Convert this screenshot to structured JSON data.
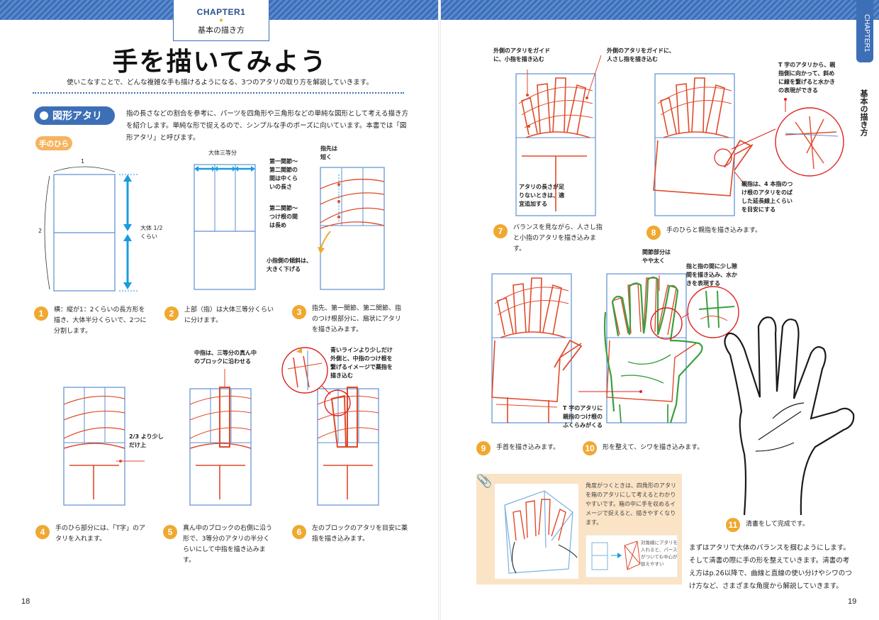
{
  "chapter": {
    "label": "CHAPTER1",
    "star": "★",
    "subtitle": "基本の描き方"
  },
  "title": "手を描いてみよう",
  "lead": "使いこなすことで、どんな複雑な手も描けるようになる、3つのアタリの取り方を解説していきます。",
  "section": {
    "label": "図形アタリ",
    "sublabel": "手のひら"
  },
  "intro": "指の長さなどの割合を参考に、パーツを四角形や三角形などの単純な図形として考える描き方を紹介します。単純な形で捉えるので、シンプルな手のポーズに向いています。本書では「図形アタリ」と呼びます。",
  "steps": [
    {
      "n": "1",
      "text": "横：縦が1：2くらいの長方形を描き、大体半分くらいで、2つに分割します。"
    },
    {
      "n": "2",
      "text": "上部（指）は大体三等分くらいに分けます。"
    },
    {
      "n": "3",
      "text": "指先、第一関節、第二関節、指のつけ根部分に、扇状にアタリを描き込みます。"
    },
    {
      "n": "4",
      "text": "手のひら部分には、「T字」のアタリを入れます。"
    },
    {
      "n": "5",
      "text": "真ん中のブロックの右側に沿う形で、3等分のアタリの半分くらいにして中指を描き込みます。"
    },
    {
      "n": "6",
      "text": "左のブロックのアタリを目安に薬指を描き込みます。"
    },
    {
      "n": "7",
      "text": "バランスを見ながら、人さし指と小指のアタリを描き込みます。"
    },
    {
      "n": "8",
      "text": "手のひらと親指を描き込みます。"
    },
    {
      "n": "9",
      "text": "手首を描き込みます。"
    },
    {
      "n": "10",
      "text": "形を整えて、シワを描き込みます。"
    },
    {
      "n": "11",
      "text": "清書をして完成です。"
    }
  ],
  "annotations": {
    "fig1_width": "1",
    "fig1_height": "2",
    "fig1_half": "大体 1/2\nくらい",
    "fig2_third": "大体三等分",
    "fig3_tip": "指先は\n短く",
    "fig3_joint12": "第一関節〜\n第二関節の\n間は中くら\nいの長さ",
    "fig3_joint2base": "第二関節〜\nつけ根の間\nは長め",
    "fig3_pinky": "小指側の傾斜は、\n大きく下げる",
    "fig4_twothirds": "2/3 より少し\nだけ上",
    "fig5_middle": "中指は、三等分の真ん中\nのブロックに沿わせる",
    "fig6_ring": "青いラインより少しだけ\n外側と、中指のつけ根を\n繋げるイメージで薬指を\n描き込む",
    "fig7_pinky_guide": "外側のアタリをガイド\nに、小指を描き込む",
    "fig7_index_guide": "外側のアタリをガイドに、\n人さし指を描き込む",
    "fig7_extend": "アタリの長さが足\nりないときは、適\n宜追加する",
    "fig8_t_shape": "T 字のアタリから、親\n指側に向かって、斜め\nに線を繋げると水かき\nの表現ができる",
    "fig8_thumb": "親指は、4 本指のつ\nけ根のアタリをのば\nした延長線上くらい\nを目安にする",
    "fig10_joint": "関節部分は\nやや太く",
    "fig10_web": "指と指の間に少し隙\n間を描き込み、水か\nきを表現する",
    "fig9_t_shape": "T 字のアタリに\n親指のつけ根の\nふくらみがくる"
  },
  "memo": {
    "text": "角度がつくときは、四角形のアタリを箱のアタリにして考えるとわかりやすいです。箱の中に手を収めるイメージで捉えると、描きやすくなります。",
    "thumb_text": "対角線にアタリを入れると、パースがついても中心が捉えやすい"
  },
  "closing": "まずはアタリで大体のバランスを掴むようにします。そして清書の際に手の形を整えていきます。清書の考え方はp.26以降で、曲線と直線の使い分けやシワのつけ方など、さまざまな角度から解説していきます。",
  "side": {
    "tab": "CHAPTER1",
    "vertical": "基本の描き方"
  },
  "pages": {
    "left": "18",
    "right": "19"
  },
  "colors": {
    "blue": "#3d6fb6",
    "red": "#e04a2a",
    "orange": "#f0a830",
    "green": "#3aa040",
    "sky": "#1a9be0"
  }
}
